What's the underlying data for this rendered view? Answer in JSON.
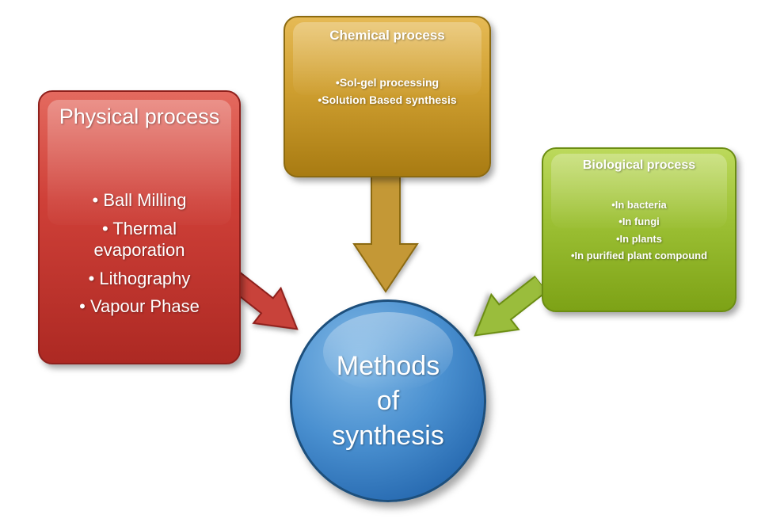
{
  "center": {
    "lines": [
      "Methods",
      "of",
      "synthesis"
    ]
  },
  "physical": {
    "title": "Physical process",
    "items": [
      "Ball Milling",
      "Thermal evaporation",
      "Lithography",
      "Vapour Phase"
    ]
  },
  "chemical": {
    "title": "Chemical process",
    "items": [
      "Sol-gel processing",
      "Solution Based synthesis"
    ]
  },
  "biological": {
    "title": "Biological process",
    "items": [
      "In bacteria",
      "In fungi",
      "In plants",
      "In purified plant compound"
    ]
  },
  "colors": {
    "physical_arrow": "#c8423a",
    "physical_arrow_border": "#8f201c",
    "chemical_arrow": "#c49836",
    "chemical_arrow_border": "#8c6a10",
    "biological_arrow": "#9abd3c",
    "biological_arrow_border": "#6b8d12"
  }
}
